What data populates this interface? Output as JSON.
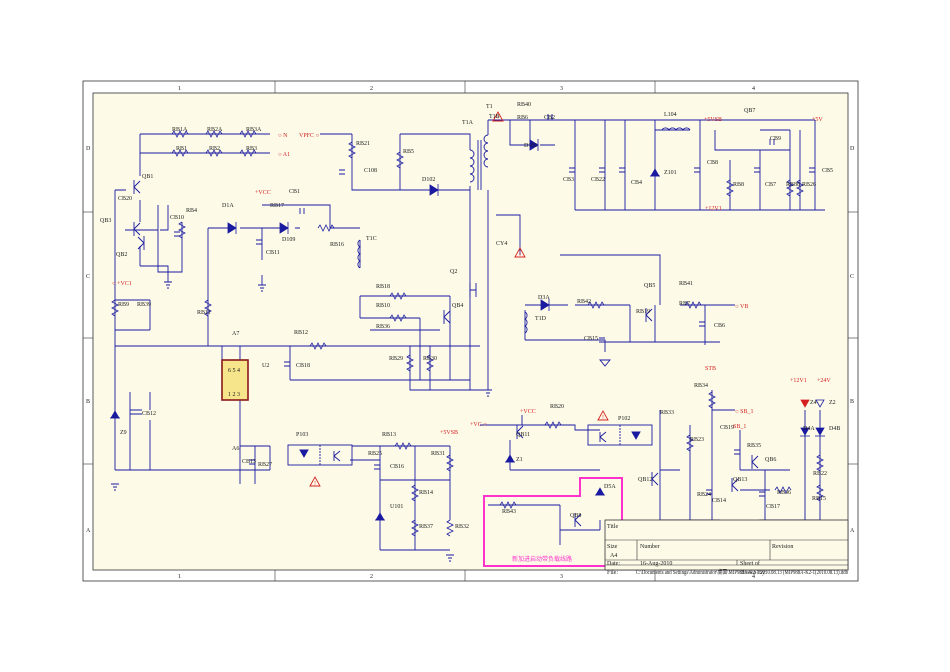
{
  "zones": {
    "columns": [
      "1",
      "2",
      "3",
      "4"
    ],
    "rows": [
      "D",
      "C",
      "B",
      "A"
    ]
  },
  "components": {
    "RB1A": "RB1A",
    "RB2A": "RB2A",
    "RB3A": "RB3A",
    "RB1": "RB1",
    "RB2": "RB2",
    "RB3": "RB3",
    "QB1": "QB1",
    "QB2": "QB2",
    "QB3": "QB3",
    "CB20": "CB20",
    "CB10": "CB10",
    "RB4": "RB4",
    "RB9": "RB9",
    "RB39": "RB39",
    "RB11": "RB11",
    "D1A": "D1A",
    "CB1": "CB1",
    "RB17": "RB17",
    "D109": "D109",
    "RB16": "RB16",
    "CB11": "CB11",
    "T1C": "T1C",
    "RB21": "RB21",
    "C108": "C108",
    "RB5": "RB5",
    "D102": "D102",
    "T1": "T1",
    "T1A": "T1A",
    "T1B": "T1B",
    "RB40": "RB40",
    "RB6": "RB6",
    "CB2": "CB2",
    "D101": "D101",
    "L104": "L104",
    "QB7": "QB7",
    "CB9": "CB9",
    "CB3": "CB3",
    "CB22": "CB22",
    "CB4": "CB4",
    "Z101": "Z101",
    "CB8": "CB8",
    "RB8": "RB8",
    "CB7": "CB7",
    "RB88": "RB88",
    "RB26": "RB26",
    "CB5": "CB5",
    "CY4": "CY4",
    "Q2": "Q2",
    "RB18": "RB18",
    "RB10": "RB10",
    "QB4": "QB4",
    "RB36": "RB36",
    "RB12": "RB12",
    "U2": "U2",
    "CB18": "CB18",
    "RB29": "RB29",
    "RB30": "RB30",
    "A7": "A7",
    "A6": "A6",
    "CB12": "CB12",
    "Z9": "Z9",
    "CB13": "CB13",
    "RB27": "RB27",
    "P103": "P103",
    "RB13": "RB13",
    "RB25": "RB25",
    "CB16": "CB16",
    "RB14": "RB14",
    "U101": "U101",
    "RB37": "RB37",
    "RB31": "RB31",
    "RB32": "RB32",
    "D3A": "D3A",
    "T1D": "T1D",
    "RB42": "RB42",
    "CB15": "CB15",
    "QB5": "QB5",
    "RB41": "RB41",
    "RB7": "RB7",
    "RB19": "RB19",
    "CB6": "CB6",
    "RB20": "RB20",
    "QB11": "QB11",
    "Z1": "Z1",
    "P102": "P102",
    "RB33": "RB33",
    "RB34": "RB34",
    "RB23": "RB23",
    "CB19": "CB19",
    "RB35": "RB35",
    "QB6": "QB6",
    "QB12": "QB12",
    "QB13": "QB13",
    "CB14": "CB14",
    "RB24": "RB24",
    "RB36b": "RB36",
    "CB17": "CB17",
    "RB15": "RB15",
    "Z4": "Z4",
    "Z2": "Z2",
    "D4A": "D4A",
    "D4B": "D4B",
    "RB22": "RB22",
    "RB43": "RB43",
    "QB8": "QB8",
    "D5A": "D5A"
  },
  "nets": {
    "N": "N",
    "A1": "A1",
    "VPFC": "VPFC",
    "VCC": "+VCC",
    "VC1": "+VC1",
    "VC": "+VC",
    "VSB_top": "+5VSB",
    "VSB_mid": "+5VSB",
    "V5": "+5V",
    "V12_top": "+12V1",
    "V12": "+12V1",
    "V24": "+24V",
    "VB": "VB",
    "STB": "STB",
    "SB_1a": "SB_1",
    "SB_1b": "SB_1"
  },
  "annotation": "新加进启动带负载线路",
  "title_block": {
    "title_label": "Title",
    "size_label": "Size",
    "size_value": "A4",
    "number_label": "Number",
    "revision_label": "Revision",
    "date_label": "Date:",
    "date_value": "16-Aug-2010",
    "sheet_label": "Sheet    of",
    "file_label": "File:",
    "file_value": "C:\\Documents and Settings\\Administrator\\桌面\\MIP988A-K2-1\\2010.08.13 (MIP988A-K2-1(2010.08.13).ddb",
    "drawn_label": "Drawn By:"
  },
  "colors": {
    "wire": "#1a1aa0",
    "net": "#d42020",
    "highlight": "#ff33cc",
    "border": "#333333",
    "background": "#fdfbe8",
    "ic_fill": "#f6e58a",
    "ic_border": "#8a1a1a",
    "warning": "#d42020"
  }
}
